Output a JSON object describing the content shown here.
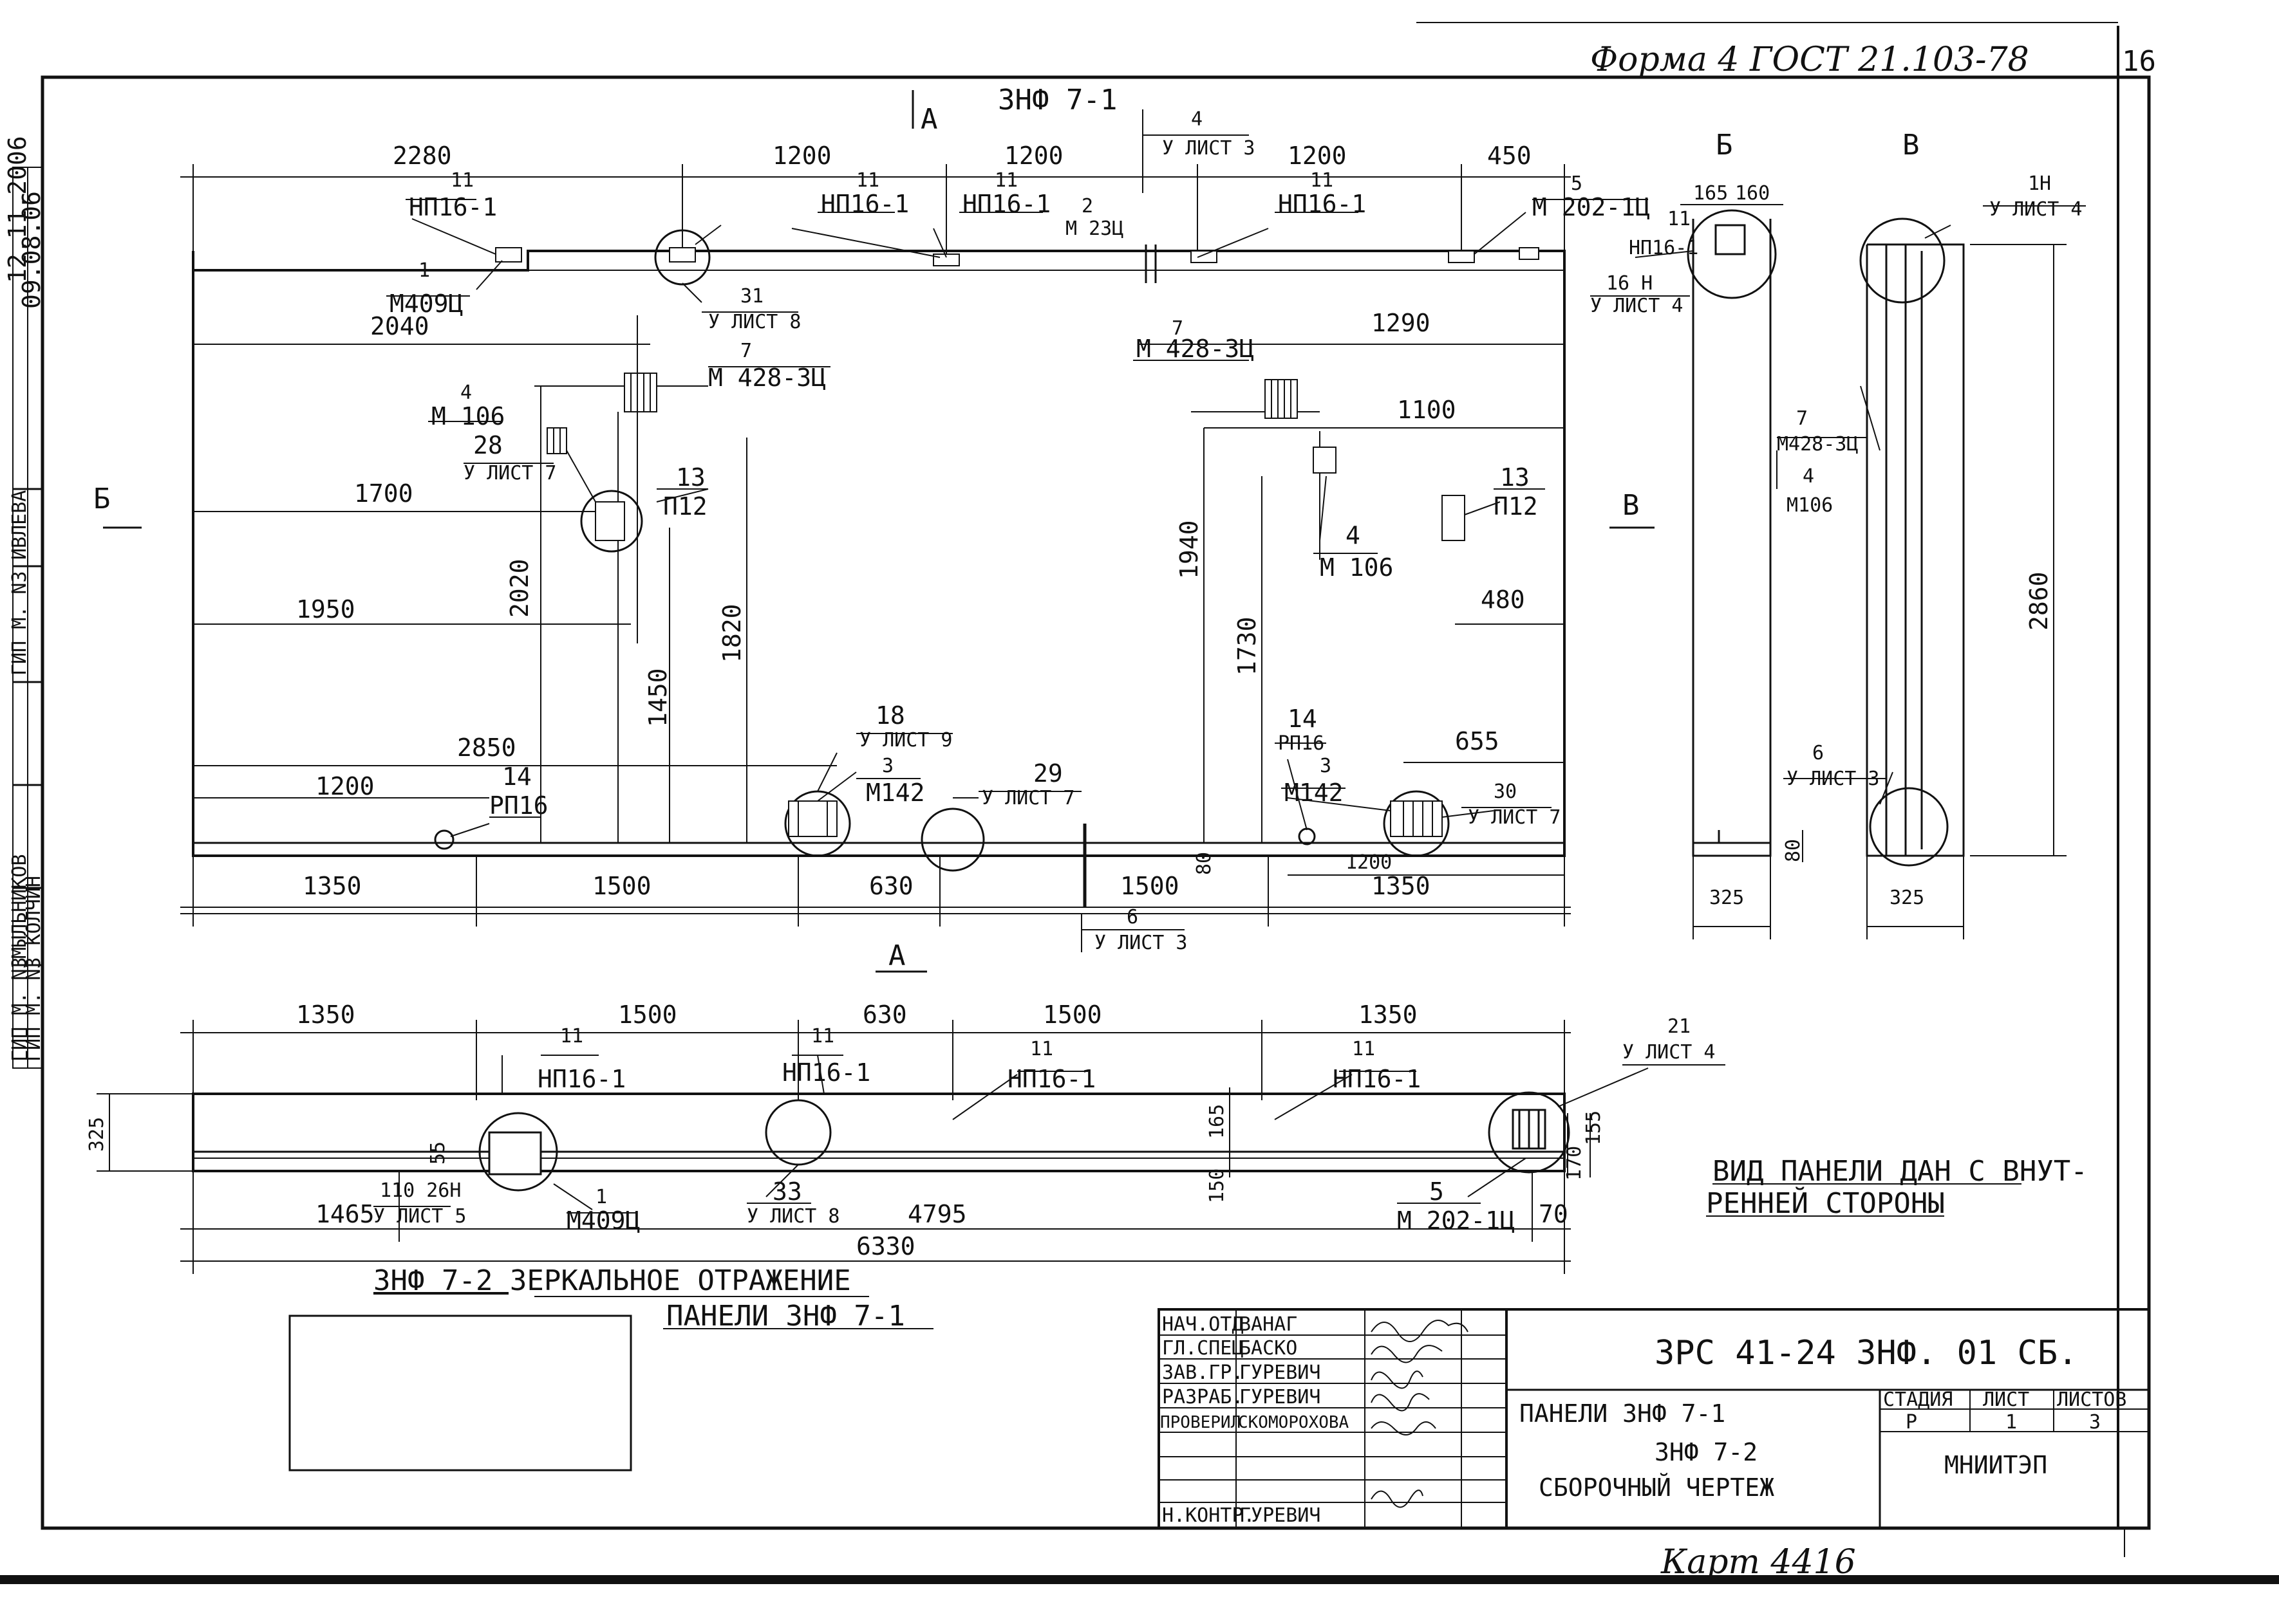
{
  "header": {
    "form_note": "Форма 4 ГОСТ 21.103-78",
    "sheet_num": "16",
    "card_note": "Карт 4416"
  },
  "side_stamp": {
    "date1": "12.11.2006",
    "date2": "09.08.06",
    "gip": "ГИП М. N3",
    "ivleva": "ИВЛЕВА",
    "kolchin": "ГИП М. N3 КОЛЧИН",
    "myln": "МЫЛЬНИКОВ",
    "gip2": "ГИП М. N3"
  },
  "panel1": {
    "title": "ЗНФ 7-1",
    "view_a": "А",
    "view_b": "Б",
    "view_v": "В",
    "section_a": "А",
    "dims_top": [
      "2280",
      "1200",
      "1200",
      "1200",
      "450"
    ],
    "dims_bottom": [
      "1350",
      "1500",
      "630",
      "1500",
      "1350"
    ],
    "dims_v": [
      "2020",
      "1450",
      "1820",
      "1940",
      "1730"
    ],
    "dims_h": [
      "2040",
      "1700",
      "1950",
      "2850",
      "1200",
      "1290",
      "1100",
      "480",
      "655",
      "1200"
    ],
    "dim_80": "80",
    "labels": [
      {
        "num": "11",
        "mark": "НП16-1"
      },
      {
        "num": "11",
        "mark": "НП16-1"
      },
      {
        "num": "11",
        "mark": "НП16-1"
      },
      {
        "num": "11",
        "mark": "НП16-1"
      },
      {
        "num": "2",
        "mark": "М 23Ц"
      },
      {
        "num": "4",
        "mark": "У ЛИСТ 3"
      },
      {
        "num": "5",
        "mark": "М 202-1Ц"
      },
      {
        "num": "1",
        "mark": "М409Ц"
      },
      {
        "num": "31",
        "mark": "У ЛИСТ 8"
      },
      {
        "num": "7",
        "mark": "М 428-3Ц"
      },
      {
        "num": "7",
        "mark": "М 428-3Ц"
      },
      {
        "num": "4",
        "mark": "М 106"
      },
      {
        "num": "28",
        "mark": "У ЛИСТ 7"
      },
      {
        "num": "13",
        "mark": "П12"
      },
      {
        "num": "13",
        "mark": "П12"
      },
      {
        "num": "4",
        "mark": "М 106"
      },
      {
        "num": "18",
        "mark": "У ЛИСТ 9"
      },
      {
        "num": "3",
        "mark": "М142"
      },
      {
        "num": "29",
        "mark": "У ЛИСТ 7"
      },
      {
        "num": "14",
        "mark": "РП16"
      },
      {
        "num": "14",
        "mark": "РП16"
      },
      {
        "num": "3",
        "mark": "М142"
      },
      {
        "num": "30",
        "mark": "У ЛИСТ 7"
      },
      {
        "num": "6",
        "mark": "У ЛИСТ 3"
      }
    ]
  },
  "side_views": {
    "b_label": "Б",
    "v_label": "В",
    "dims_b": [
      "165",
      "160",
      "325"
    ],
    "dim_v_width": "325",
    "dim_height": "2860",
    "dim_80": "80",
    "labels": [
      {
        "num": "11",
        "mark": "НП16-1"
      },
      {
        "num": "16 Н",
        "mark": "У ЛИСТ 4"
      },
      {
        "num": "1Н",
        "mark": "У ЛИСТ 4"
      },
      {
        "num": "7",
        "mark": "М428-3Ц"
      },
      {
        "num": "4",
        "mark": "М106"
      },
      {
        "num": "6",
        "mark": "У ЛИСТ 3"
      }
    ]
  },
  "plan_view": {
    "dims_top": [
      "1350",
      "1500",
      "630",
      "1500",
      "1350"
    ],
    "dims_bottom": [
      "1465",
      "4795",
      "70"
    ],
    "total": "6330",
    "dims_v": [
      "325",
      "55",
      "165",
      "150",
      "170",
      "155"
    ],
    "dim_110": "110 26Н",
    "labels": [
      {
        "num": "11",
        "mark": "НП16-1"
      },
      {
        "num": "11",
        "mark": "НП16-1"
      },
      {
        "num": "11",
        "mark": "НП16-1"
      },
      {
        "num": "11",
        "mark": "НП16-1"
      },
      {
        "num": "21",
        "mark": "У ЛИСТ 4"
      },
      {
        "num": "1",
        "mark": "М409Ц"
      },
      {
        "num": "33",
        "mark": "У ЛИСТ 8"
      },
      {
        "num": "5",
        "mark": "М 202-1Ц"
      },
      {
        "num": "",
        "mark": "У ЛИСТ 5"
      }
    ]
  },
  "notes": {
    "mirror_line1": "ЗНФ 7-2  ЗЕРКАЛЬНОЕ ОТРАЖЕНИЕ",
    "mirror_line2": "ПАНЕЛИ  ЗНФ 7-1",
    "view_note_line1": "ВИД ПАНЕЛИ ДАН С ВНУТ-",
    "view_note_line2": "РЕННЕЙ СТОРОНЫ"
  },
  "title_block": {
    "designation": "ЗРС 41-24 ЗНФ. 01 СБ.",
    "name_line1": "ПАНЕЛИ  ЗНФ  7-1",
    "name_line2": "ЗНФ  7-2",
    "name_line3": "СБОРОЧНЫЙ  ЧЕРТЕЖ",
    "stage_hdr": "СТАДИЯ",
    "sheet_hdr": "ЛИСТ",
    "sheets_hdr": "ЛИСТОВ",
    "stage": "Р",
    "sheet": "1",
    "sheets": "3",
    "org": "МНИИТЭП",
    "rows": [
      {
        "role": "НАЧ.ОТД",
        "name": "ВАНАГ"
      },
      {
        "role": "ГЛ.СПЕЦ",
        "name": "БАСКО"
      },
      {
        "role": "ЗАВ.ГР.",
        "name": "ГУРЕВИЧ"
      },
      {
        "role": "РАЗРАБ.",
        "name": "ГУРЕВИЧ"
      },
      {
        "role": "ПРОВЕРИЛ",
        "name": "СКОМОРОХОВА"
      },
      {
        "role": "Н.КОНТР.",
        "name": "ГУРЕВИЧ"
      }
    ]
  }
}
